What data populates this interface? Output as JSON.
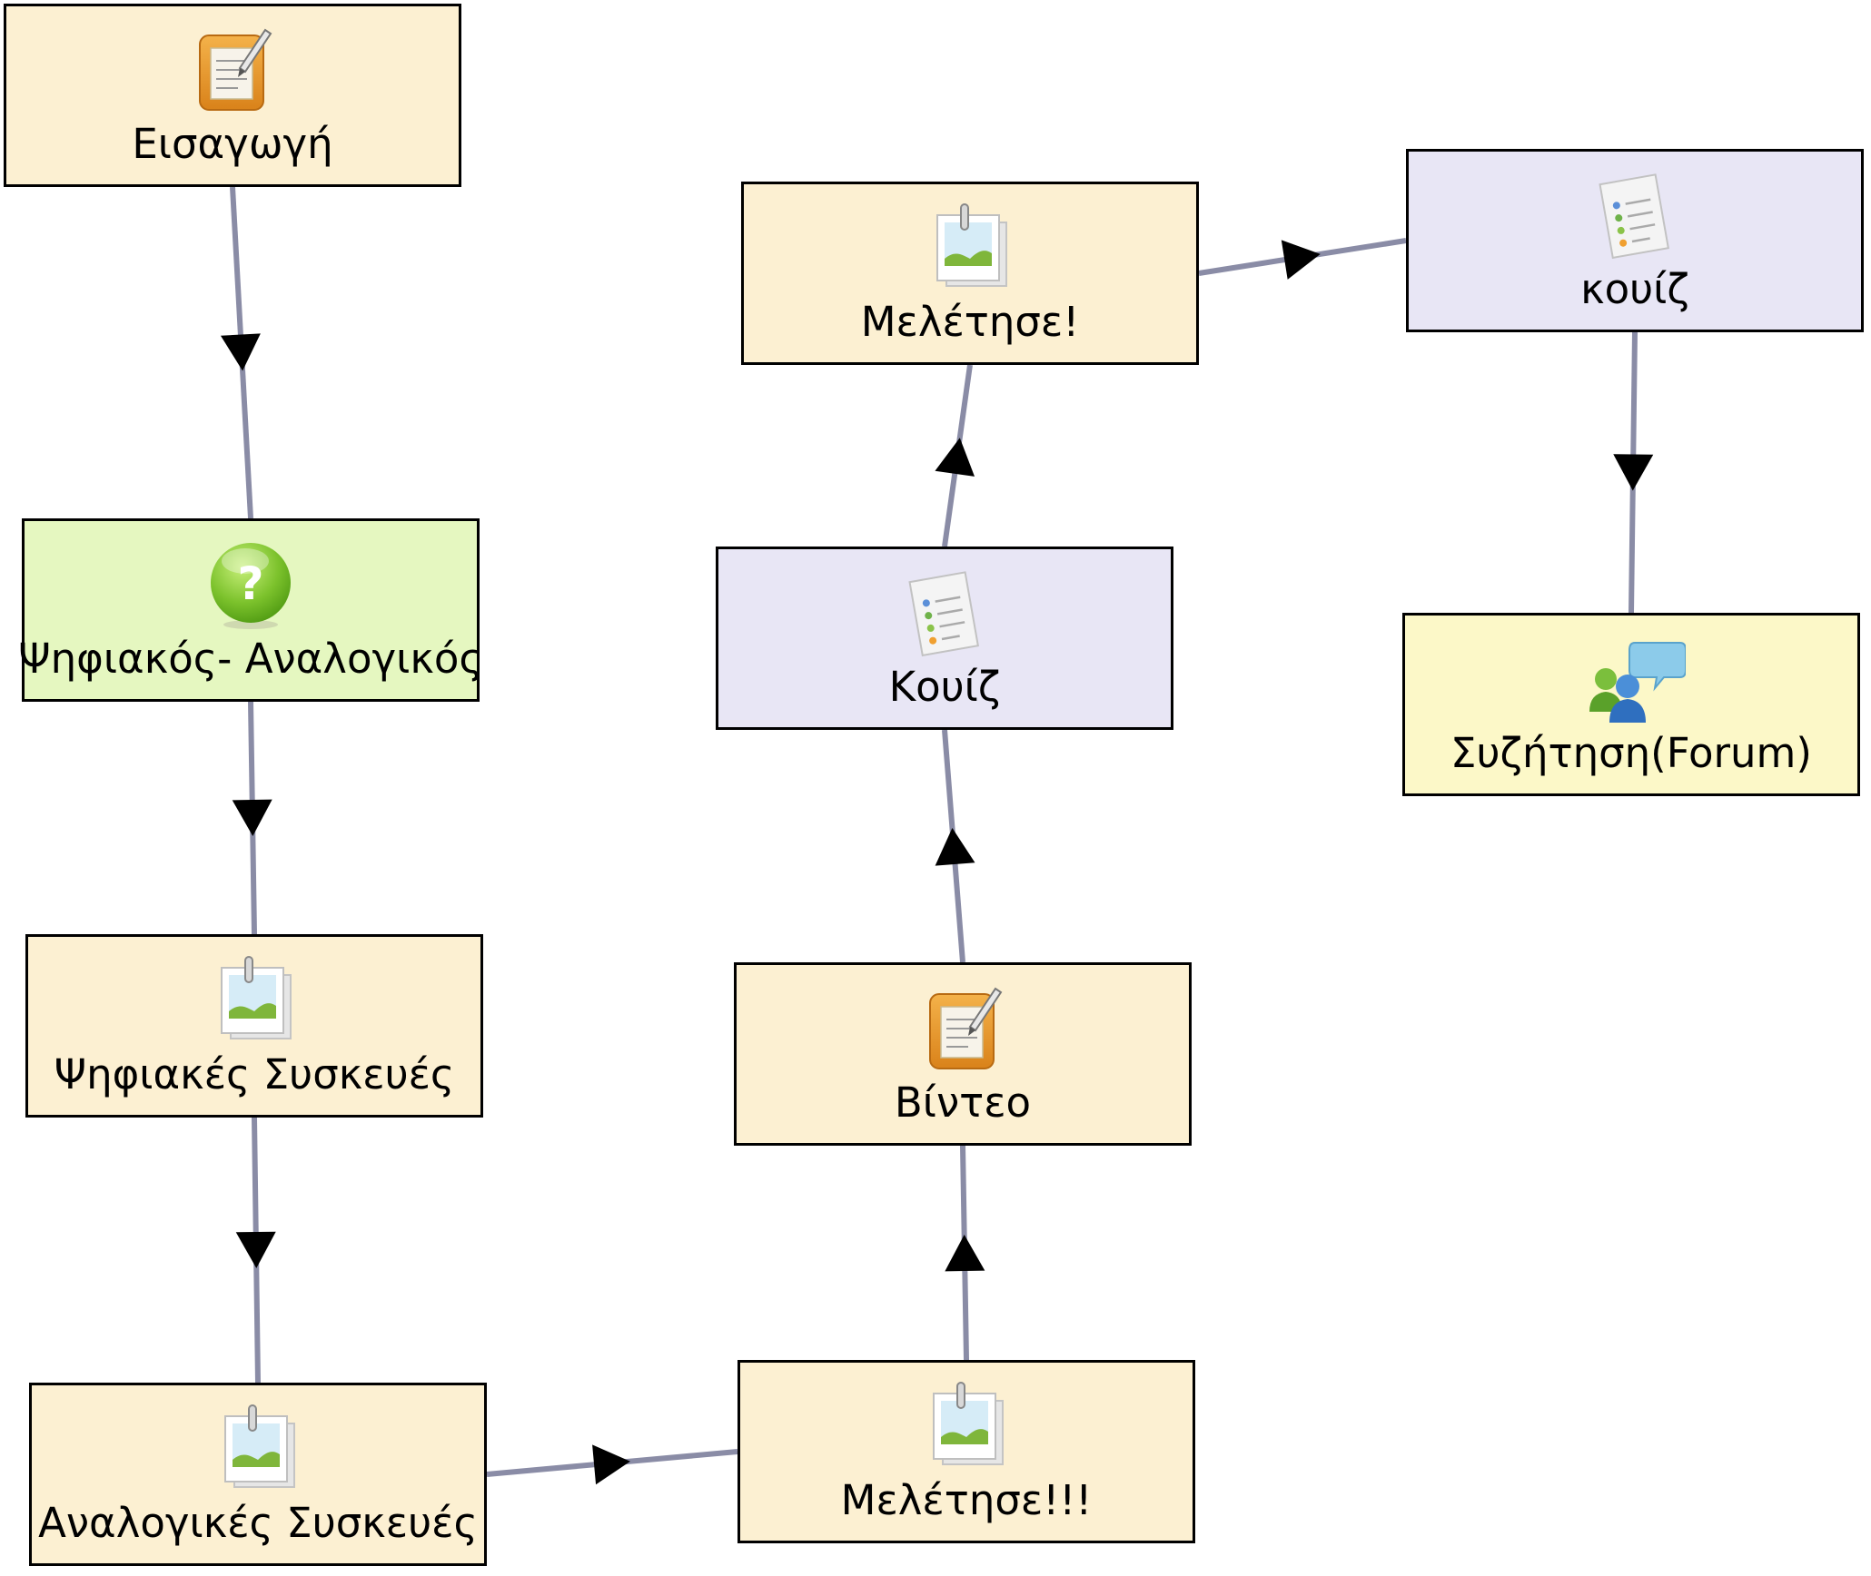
{
  "nodes": [
    {
      "id": "eisagogi",
      "label": "Εισαγωγή",
      "type": "notebook",
      "color": "#fcf0d2"
    },
    {
      "id": "psifiakos-analogikos",
      "label": "Ψηφιακός- Αναλογικός",
      "type": "question",
      "color": "#e5f7c0"
    },
    {
      "id": "psifiakes-syskeves",
      "label": "Ψηφιακές Συσκευές",
      "type": "resource",
      "color": "#fcf0d2"
    },
    {
      "id": "analogikes-syskeves",
      "label": "Αναλογικές Συσκευές",
      "type": "resource",
      "color": "#fcf0d2"
    },
    {
      "id": "meletise-3",
      "label": "Μελέτησε!!!",
      "type": "resource",
      "color": "#fcf0d2"
    },
    {
      "id": "vinteo",
      "label": "Βίντεο",
      "type": "notebook",
      "color": "#fcf0d2"
    },
    {
      "id": "kouiz-1",
      "label": "Κουίζ",
      "type": "quiz",
      "color": "#e8e6f5"
    },
    {
      "id": "meletise-1",
      "label": "Μελέτησε!",
      "type": "resource",
      "color": "#fcf0d2"
    },
    {
      "id": "kouiz-2",
      "label": "κουίζ",
      "type": "quiz",
      "color": "#e8e6f5"
    },
    {
      "id": "forum",
      "label": "Συζήτηση(Forum)",
      "type": "forum",
      "color": "#fcf8c8"
    }
  ],
  "edges": [
    {
      "from": "eisagogi",
      "to": "psifiakos-analogikos"
    },
    {
      "from": "psifiakos-analogikos",
      "to": "psifiakes-syskeves"
    },
    {
      "from": "psifiakes-syskeves",
      "to": "analogikes-syskeves"
    },
    {
      "from": "analogikes-syskeves",
      "to": "meletise-3"
    },
    {
      "from": "meletise-3",
      "to": "vinteo"
    },
    {
      "from": "vinteo",
      "to": "kouiz-1"
    },
    {
      "from": "kouiz-1",
      "to": "meletise-1"
    },
    {
      "from": "meletise-1",
      "to": "kouiz-2"
    },
    {
      "from": "kouiz-2",
      "to": "forum"
    }
  ],
  "style": {
    "edge_color": "#8a8ca6",
    "arrow_color": "#000000",
    "border_color": "#000000"
  },
  "icons": {
    "notebook": "notebook-icon",
    "question": "question-icon",
    "resource": "image-resource-icon",
    "quiz": "quiz-list-icon",
    "forum": "forum-discussion-icon"
  }
}
